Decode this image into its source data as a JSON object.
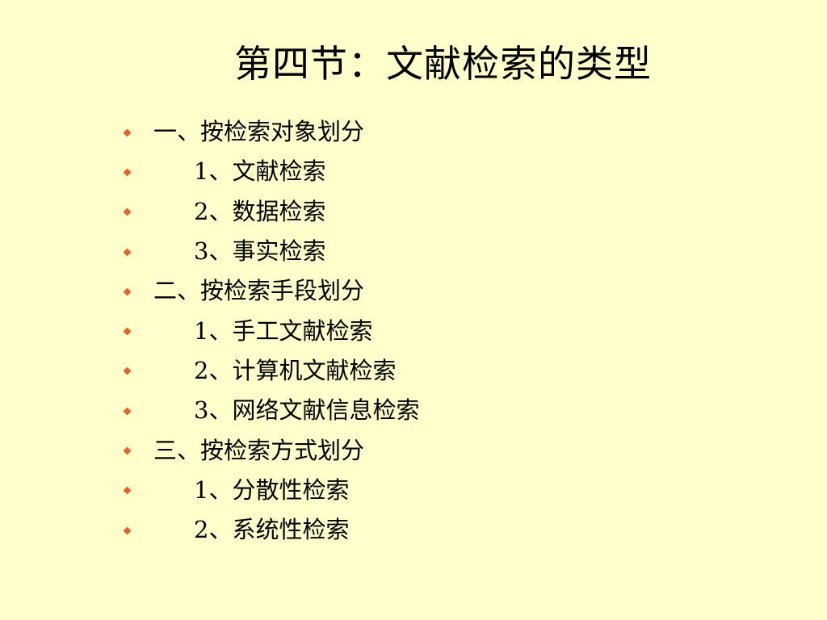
{
  "slide": {
    "title": "第四节：文献检索的类型",
    "bullets": [
      {
        "text": "一、按检索对象划分",
        "level": 1
      },
      {
        "text": "1、文献检索",
        "level": 2
      },
      {
        "text": "2、数据检索",
        "level": 2
      },
      {
        "text": "3、事实检索",
        "level": 2
      },
      {
        "text": "二、按检索手段划分",
        "level": 1
      },
      {
        "text": "1、手工文献检索",
        "level": 2
      },
      {
        "text": "2、计算机文献检索",
        "level": 2
      },
      {
        "text": "3、网络文献信息检索",
        "level": 2
      },
      {
        "text": "三、按检索方式划分",
        "level": 1
      },
      {
        "text": "1、分散性检索",
        "level": 2
      },
      {
        "text": "2、系统性检索",
        "level": 2
      }
    ]
  },
  "colors": {
    "background": "#FFFFCC",
    "bullet": "#E8602C",
    "text": "#000000"
  },
  "icons": {
    "bullet": "diamond-bullet-icon"
  }
}
